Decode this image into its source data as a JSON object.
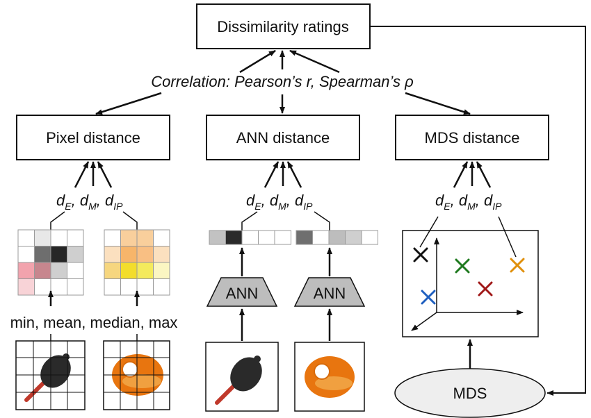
{
  "boxes": {
    "ratings": "Dissimilarity ratings",
    "pixel": "Pixel distance",
    "ann": "ANN distance",
    "mds": "MDS distance",
    "mds_ellipse": "MDS"
  },
  "correlation_label": "Correlation: Pearson’s r, Spearman’s ρ",
  "distance_measures": [
    {
      "sym": "d",
      "sub": "E",
      "sep": ", "
    },
    {
      "sym": "d",
      "sub": "M",
      "sep": ", "
    },
    {
      "sym": "d",
      "sub": "IP",
      "sep": ""
    }
  ],
  "aggregation_label": "min, mean, median, max",
  "ann_label": "ANN",
  "colors": {
    "stroke": "#111111",
    "trapezoid": "#bdbdbd",
    "ellipse": "#eeeeee",
    "cross_black": "#111111",
    "cross_green": "#1f7a1f",
    "cross_blue": "#1f5fbf",
    "cross_red": "#a01818",
    "cross_orange": "#e0900c",
    "object_dark": "#2a2a2a",
    "object_handle": "#c0392b",
    "object_orange": "#e8750f"
  },
  "feature_grids": {
    "grayscale": [
      [
        "#ffffff",
        "#e8e8e8",
        "#ffffff",
        "#ffffff"
      ],
      [
        "#ffffff",
        "#6e6e6e",
        "#262626",
        "#cfcfcf"
      ],
      [
        "#f2a3ad",
        "#c7868e",
        "#cfcfcf",
        "#ffffff"
      ],
      [
        "#f8d3d7",
        "#ffffff",
        "#ffffff",
        "#ffffff"
      ]
    ],
    "colored": [
      [
        "#ffffff",
        "#f9cf9c",
        "#f9cf9c",
        "#ffffff"
      ],
      [
        "#fbe0bf",
        "#f7b56a",
        "#f9bf83",
        "#fbe0bf"
      ],
      [
        "#f6d67f",
        "#f3dd2b",
        "#f4ea5c",
        "#fbf6c2"
      ],
      [
        "#ffffff",
        "#ffffff",
        "#ffffff",
        "#ffffff"
      ]
    ]
  },
  "feature_vectors": {
    "first": [
      "#c2c2c2",
      "#2a2a2a",
      "#ffffff",
      "#ffffff",
      "#ffffff"
    ],
    "second": [
      "#6f6f6f",
      "#ffffff",
      "#bdbdbd",
      "#cfcfcf",
      "#ffffff"
    ]
  }
}
